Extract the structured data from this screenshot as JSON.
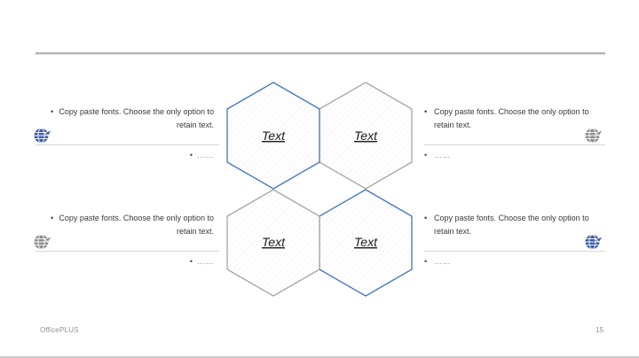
{
  "slide": {
    "brand": "OfficePLUS",
    "page_number": "15",
    "background": "#ffffff"
  },
  "colors": {
    "accent_blue": "#4472C4",
    "hex_gray": "#A6A6A6",
    "globe_blue": "#3B5BA5",
    "globe_gray": "#8C8C8C",
    "top_rule_gray": "#B3B3B3",
    "divider_gray": "#D6D6D6",
    "body_text": "#3A3A3A",
    "ellipsis_gray": "#7F7F7F"
  },
  "hexagons": [
    {
      "id": "top-left",
      "label": "Text",
      "border_color": "#4472C4"
    },
    {
      "id": "top-right",
      "label": "Text",
      "border_color": "#A6A6A6"
    },
    {
      "id": "bottom-left",
      "label": "Text",
      "border_color": "#A6A6A6"
    },
    {
      "id": "bottom-right",
      "label": "Text",
      "border_color": "#4472C4"
    }
  ],
  "text_blocks": [
    {
      "position": "top-left",
      "bullet": "•",
      "line1": "Copy paste fonts. Choose the only option to",
      "line2": "retain text.",
      "bullet2": "•",
      "dots": "……",
      "icon": "globe-plane",
      "icon_color": "#3B5BA5"
    },
    {
      "position": "top-right",
      "bullet": "•",
      "line1": "Copy paste fonts. Choose the only option to",
      "line2": "retain text.",
      "bullet2": "•",
      "dots": "……",
      "icon": "globe-plane",
      "icon_color": "#8C8C8C"
    },
    {
      "position": "bottom-left",
      "bullet": "•",
      "line1": "Copy paste fonts. Choose the only option to",
      "line2": "retain text.",
      "bullet2": "•",
      "dots": "……",
      "icon": "globe-plane",
      "icon_color": "#8C8C8C"
    },
    {
      "position": "bottom-right",
      "bullet": "•",
      "line1": "Copy paste fonts. Choose the only option to",
      "line2": "retain text.",
      "bullet2": "•",
      "dots": "……",
      "icon": "globe-plane",
      "icon_color": "#3B5BA5"
    }
  ]
}
